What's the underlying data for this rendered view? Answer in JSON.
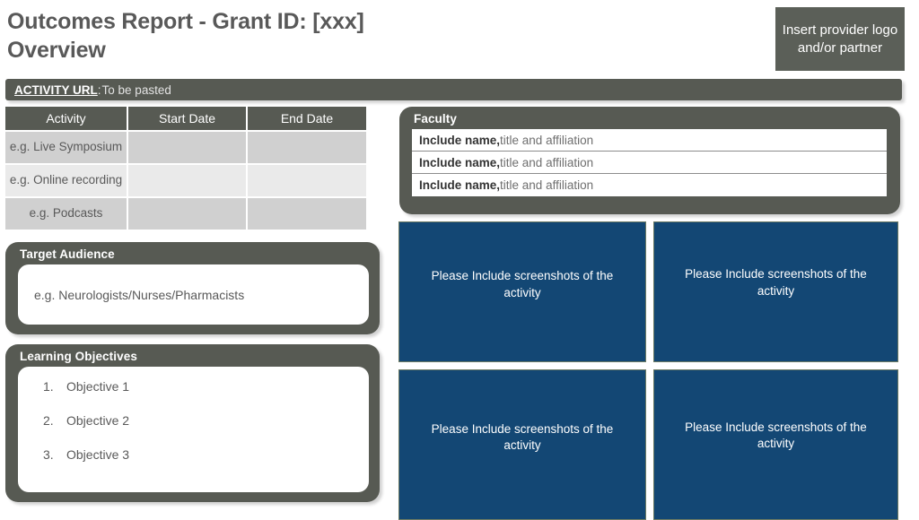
{
  "slide": {
    "title": "Outcomes Report - Grant ID: [xxx]\nOverview"
  },
  "logo_placeholder": {
    "text": "Insert provider logo and/or partner"
  },
  "activity_url": {
    "label": "ACTIVITY URL",
    "separator": ":",
    "value": "To be pasted"
  },
  "activity_table": {
    "headers": [
      "Activity",
      "Start Date",
      "End Date"
    ],
    "rows": [
      {
        "activity": "e.g. Live Symposium",
        "start_date": "",
        "end_date": ""
      },
      {
        "activity": "e.g. Online recording",
        "start_date": "",
        "end_date": ""
      },
      {
        "activity": "e.g. Podcasts",
        "start_date": "",
        "end_date": ""
      }
    ]
  },
  "faculty": {
    "title": "Faculty",
    "rows": [
      {
        "name": "Include name,",
        "detail": " title and affiliation"
      },
      {
        "name": "Include name,",
        "detail": " title and affiliation"
      },
      {
        "name": "Include name,",
        "detail": " title and affiliation"
      }
    ]
  },
  "target_audience": {
    "title": "Target Audience",
    "value": "e.g. Neurologists/Nurses/Pharmacists"
  },
  "learning_objectives": {
    "title": "Learning Objectives",
    "items": [
      {
        "num": "1.",
        "text": "Objective 1"
      },
      {
        "num": "2.",
        "text": "Objective 2"
      },
      {
        "num": "3.",
        "text": "Objective 3"
      }
    ]
  },
  "screenshots": [
    {
      "text": "Please Include screenshots of the activity"
    },
    {
      "text": "Please Include screenshots of the activity"
    },
    {
      "text": "Please Include screenshots of the activity"
    },
    {
      "text": "Please Include screenshots of the activity"
    }
  ],
  "colors": {
    "panel_gray": "#575a53",
    "logo_gray": "#5b5f58",
    "screenshot_blue": "#134774",
    "title_gray": "#595959",
    "row_light": "#eaeaea",
    "row_dark": "#d0d0d0"
  }
}
